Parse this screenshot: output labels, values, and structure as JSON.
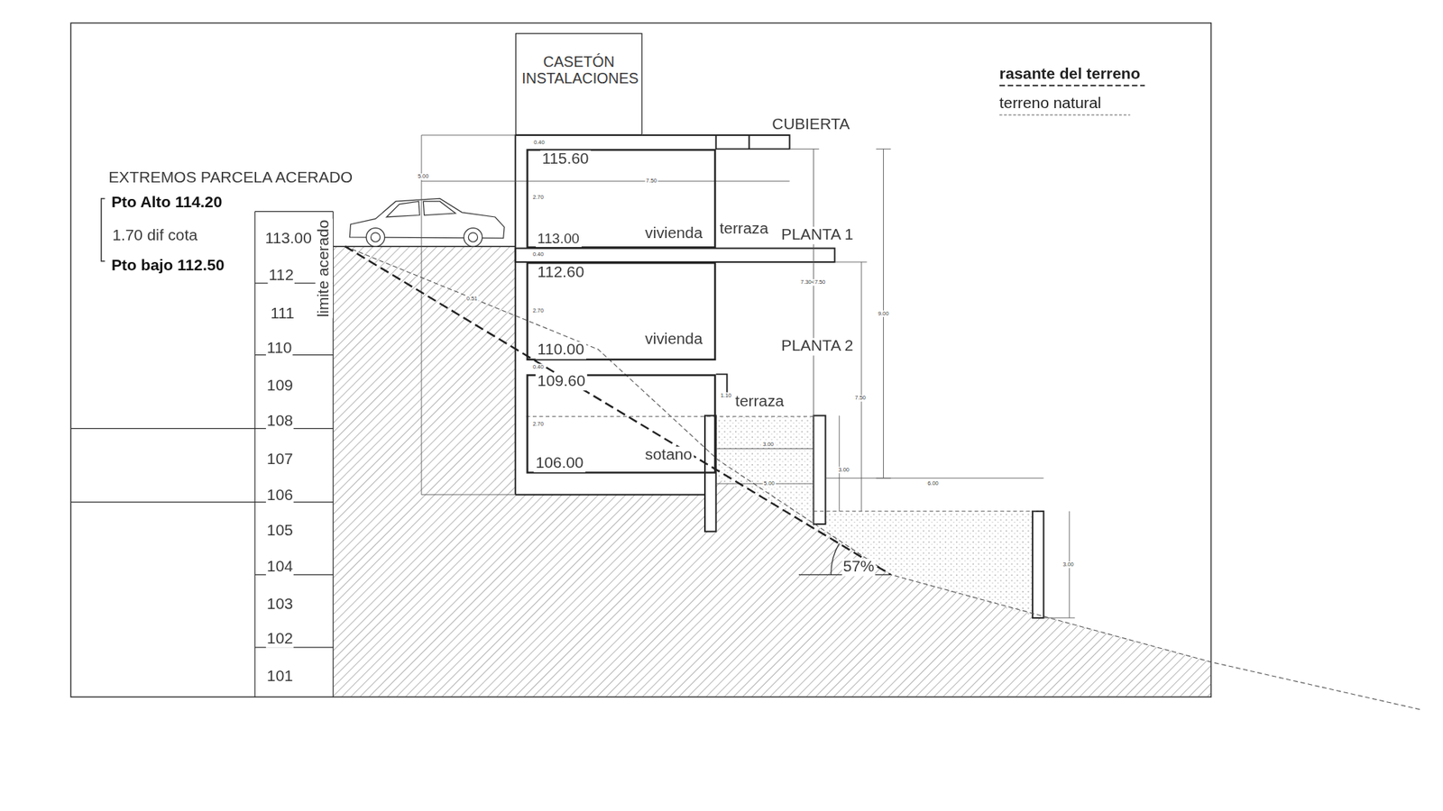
{
  "diagram": {
    "nodes": [
      {
        "text": [
          "CASETÓN INSTALACIONES"
        ]
      },
      {
        "text": [
          "115.60",
          "113.00",
          "vivienda"
        ]
      },
      {
        "text": [
          "112.60",
          "110.00",
          "vivienda"
        ]
      },
      {
        "text": [
          "109.60",
          "106.00",
          "sotano"
        ]
      }
    ],
    "labels": [
      "EXTREMOS PARCELA ACERADO",
      "Pto Alto 114.20",
      "1.70 dif cota",
      "Pto bajo 112.50",
      "113.00",
      "112",
      "111",
      "110",
      "109",
      "108",
      "107",
      "106",
      "105",
      "104",
      "103",
      "102",
      "101",
      "limite acerado",
      "CUBIERTA",
      "terraza",
      "PLANTA 1",
      "PLANTA 2",
      "terraza",
      "57%",
      "0.40",
      "5.00",
      "7.50",
      "2.70",
      "0.40",
      "0.51",
      "7.30<7.50",
      "9.00",
      "2.70",
      "0.40",
      "1.10",
      "7.50",
      "2.70",
      "3.00",
      "3.00",
      "6.00",
      "5.00",
      "3.00"
    ],
    "legend": [
      {
        "text": "rasante del terreno"
      },
      {
        "text": "terreno natural"
      }
    ]
  }
}
